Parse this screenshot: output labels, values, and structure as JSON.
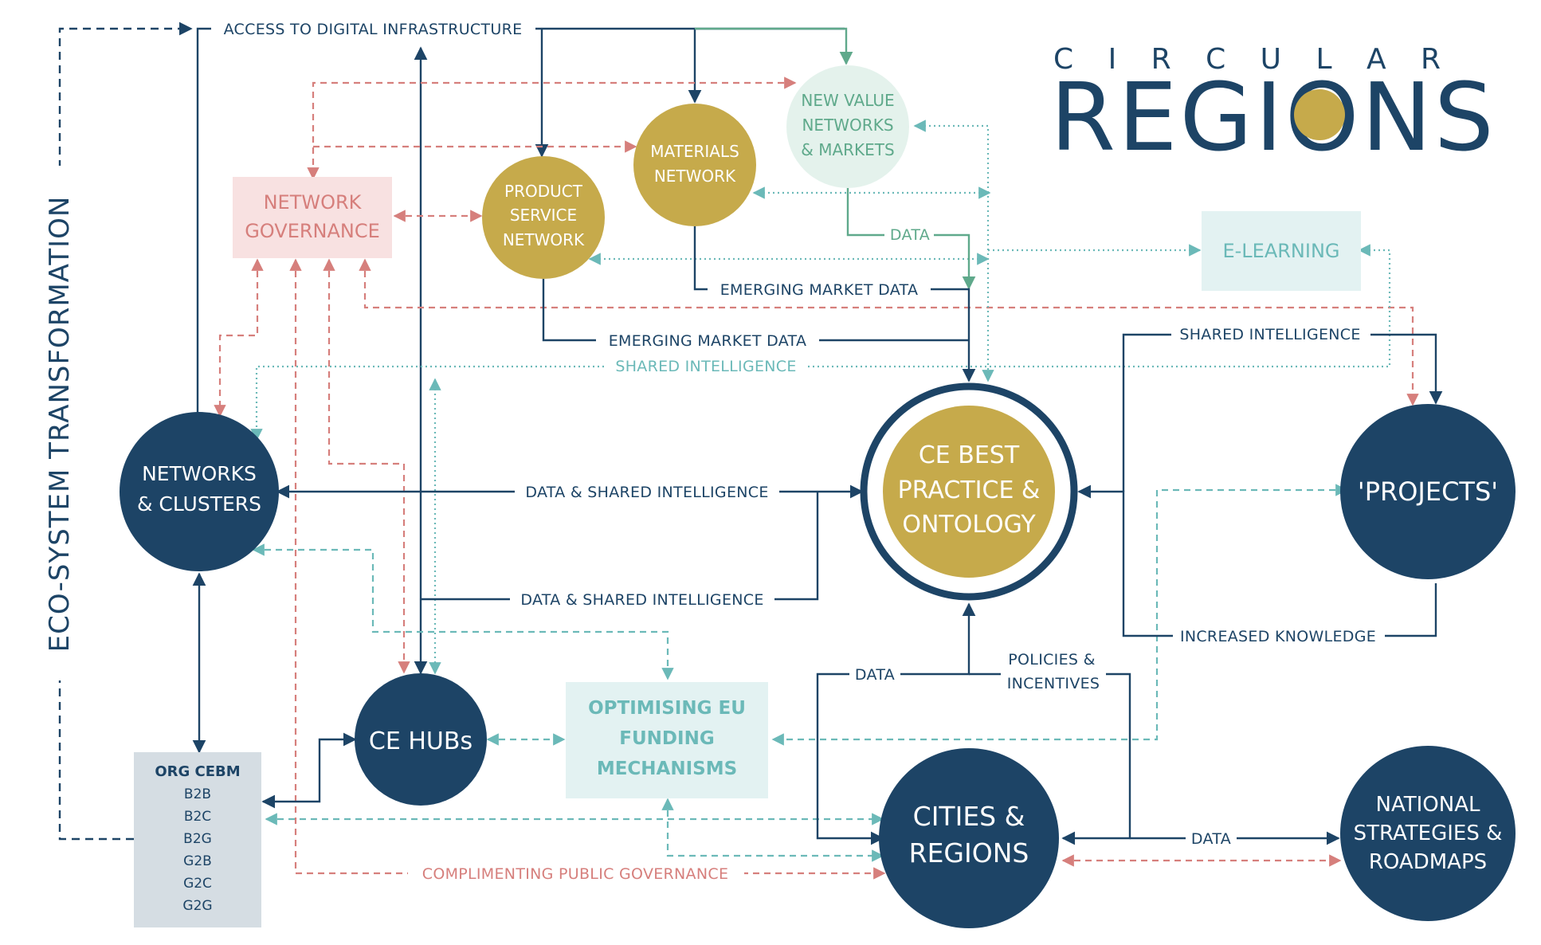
{
  "logo": {
    "top": "C I R C U L A R",
    "bottom": "REGIONS"
  },
  "side_label": "ECO-SYSTEM TRANSFORMATION",
  "colors": {
    "navy": "#1d4466",
    "gold": "#c6aa4b",
    "coral": "#d67f7c",
    "teal": "#6bb9b8",
    "green": "#5fa98b",
    "mint_bg": "#e4f2ec",
    "pink_bg": "#f8e1e1",
    "teal_bg": "#e3f2f2",
    "grey_bg": "#d5dde3"
  },
  "nodes": {
    "network_governance": [
      "NETWORK",
      "GOVERNANCE"
    ],
    "product_service": [
      "PRODUCT",
      "SERVICE",
      "NETWORK"
    ],
    "materials": [
      "MATERIALS",
      "NETWORK"
    ],
    "new_value": [
      "NEW VALUE",
      "NETWORKS",
      "& MARKETS"
    ],
    "e_learning": [
      "E-LEARNING"
    ],
    "networks_clusters": [
      "NETWORKS",
      "& CLUSTERS"
    ],
    "ce_best": [
      "CE BEST",
      "PRACTICE &",
      "ONTOLOGY"
    ],
    "projects": [
      "'PROJECTS'"
    ],
    "ce_hubs": [
      "CE HUBs"
    ],
    "optimising": [
      "OPTIMISING EU",
      "FUNDING",
      "MECHANISMS"
    ],
    "cities": [
      "CITIES &",
      "REGIONS"
    ],
    "national": [
      "NATIONAL",
      "STRATEGIES &",
      "ROADMAPS"
    ],
    "org_cebm": [
      "ORG CEBM",
      "B2B",
      "B2C",
      "B2G",
      "G2B",
      "G2C",
      "G2G"
    ]
  },
  "edge_labels": {
    "access": "ACCESS TO DIGITAL INFRASTRUCTURE",
    "data_top": "DATA",
    "emerging1": "EMERGING MARKET DATA",
    "emerging2": "EMERGING MARKET DATA",
    "shared_teal": "SHARED INTELLIGENCE",
    "shared_navy": "SHARED INTELLIGENCE",
    "data_shared1": "DATA & SHARED INTELLIGENCE",
    "data_shared2": "DATA & SHARED INTELLIGENCE",
    "increased": "INCREASED KNOWLEDGE",
    "data_mid": "DATA",
    "policies": [
      "POLICIES &",
      "INCENTIVES"
    ],
    "data_right": "DATA",
    "complimenting": "COMPLIMENTING PUBLIC GOVERNANCE"
  }
}
